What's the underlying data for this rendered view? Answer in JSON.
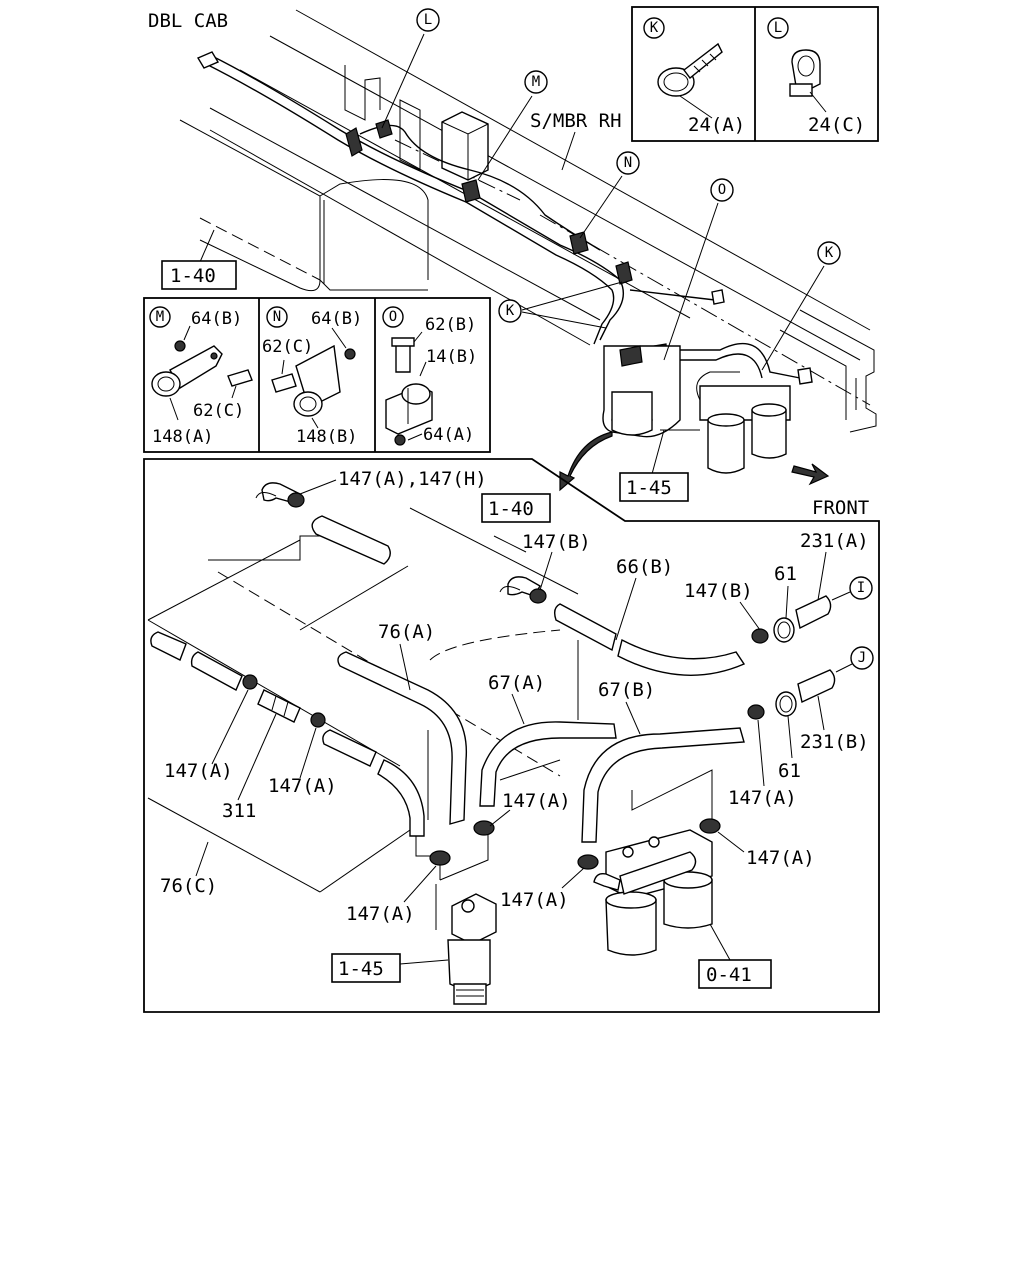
{
  "header": {
    "cab_label": "DBL CAB",
    "member_label": "S/MBR RH",
    "front_label": "FRONT"
  },
  "markers": {
    "K": "K",
    "L": "L",
    "M": "M",
    "N": "N",
    "O": "O",
    "I": "I",
    "J": "J"
  },
  "boxed_refs": {
    "tank_top": "1-40",
    "filter_top": "1-45",
    "tank_detail": "1-40",
    "filter_detail": "1-45",
    "sep_detail": "0-41"
  },
  "inset_K": {
    "part": "24(A)"
  },
  "inset_L": {
    "part": "24(C)"
  },
  "inset_M": {
    "p1": "64(B)",
    "p2": "62(C)",
    "p3": "148(A)"
  },
  "inset_N": {
    "p1": "64(B)",
    "p2": "62(C)",
    "p3": "148(B)"
  },
  "inset_O": {
    "p1": "62(B)",
    "p2": "14(B)",
    "p3": "64(A)"
  },
  "detail_labels": {
    "l147_ah": "147(A),147(H)",
    "l147_b1": "147(B)",
    "l66b": "66(B)",
    "l147_b2": "147(B)",
    "l61a": "61",
    "l231a": "231(A)",
    "l76a": "76(A)",
    "l67a": "67(A)",
    "l67b": "67(B)",
    "l147_a1": "147(A)",
    "l311": "311",
    "l147_a2": "147(A)",
    "l147_a3": "147(A)",
    "l76c": "76(C)",
    "l147_a4": "147(A)",
    "l147_a5": "147(A)",
    "l147_a6": "147(A)",
    "l147_a7": "147(A)",
    "l61b": "61",
    "l231b": "231(B)"
  }
}
